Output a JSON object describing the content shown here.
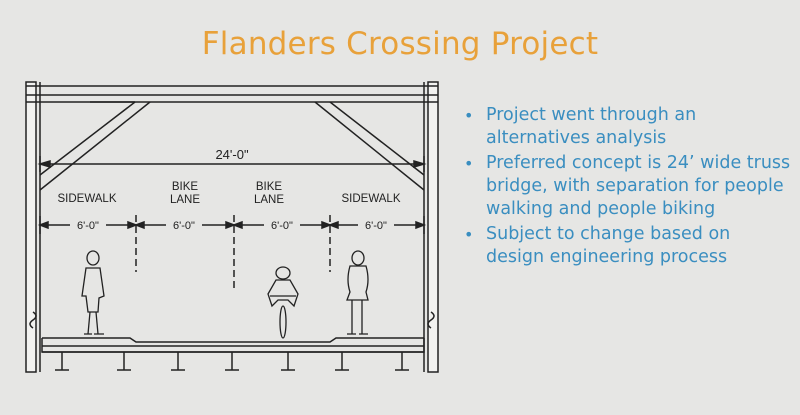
{
  "slide": {
    "title": "Flanders Crossing Project",
    "bullets": [
      "Project went through an alternatives analysis",
      "Preferred concept is 24’ wide truss bridge, with separation for people walking and people biking",
      "Subject to change based on design engineering process"
    ]
  },
  "diagram": {
    "total_width_label": "24'-0\"",
    "zones": [
      {
        "label_line1": "SIDEWALK",
        "label_line2": "",
        "width_label": "6'-0\""
      },
      {
        "label_line1": "BIKE",
        "label_line2": "LANE",
        "width_label": "6'-0\""
      },
      {
        "label_line1": "BIKE",
        "label_line2": "LANE",
        "width_label": "6'-0\""
      },
      {
        "label_line1": "SIDEWALK",
        "label_line2": "",
        "width_label": "6'-0\""
      }
    ]
  },
  "colors": {
    "title": "#e8a13a",
    "bullet_text": "#3a8ec0",
    "background": "#e6e6e4",
    "line_art": "#222222"
  }
}
